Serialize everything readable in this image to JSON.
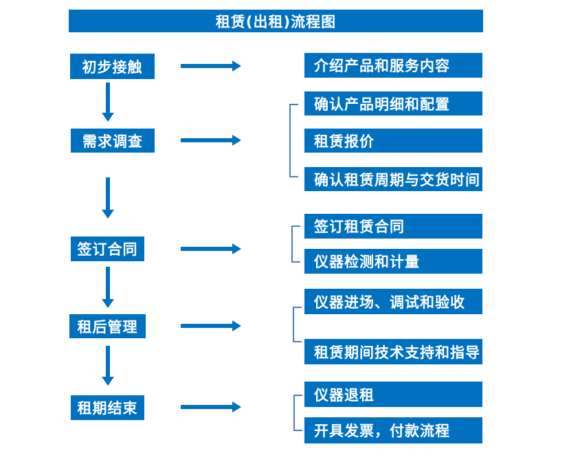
{
  "title": "租赁(出租)流程图",
  "colors": {
    "box_blue": "#0070C0",
    "arrow_blue": "#0070C0",
    "bracket_blue": "#4A7EBB",
    "text_white": "#FFFFFF",
    "background": "#FFFFFF"
  },
  "steps": [
    {
      "label": "初步接触",
      "details": [
        "介绍产品和服务内容"
      ]
    },
    {
      "label": "需求调查",
      "details": [
        "确认产品明细和配置",
        "租赁报价",
        "确认租赁周期与交货时间"
      ]
    },
    {
      "label": "签订合同",
      "details": [
        "签订租赁合同",
        "仪器检测和计量"
      ]
    },
    {
      "label": "租后管理",
      "details": [
        "仪器进场、调试和验收",
        "租赁期间技术支持和指导"
      ]
    },
    {
      "label": "租期结束",
      "details": [
        "仪器退租",
        "开具发票，付款流程"
      ]
    }
  ]
}
